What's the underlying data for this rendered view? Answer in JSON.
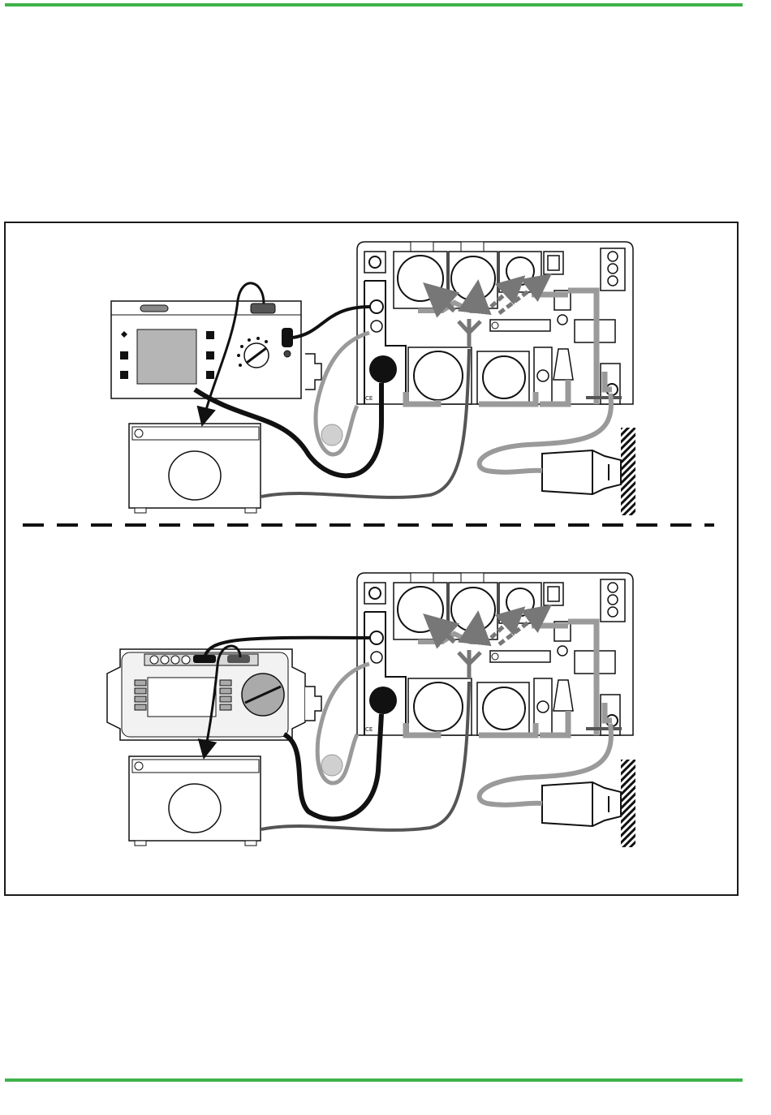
{
  "colors": {
    "rule": "#3fb24a",
    "cable_black": "#111111",
    "cable_grey": "#9a9a9a",
    "cable_dark": "#555555",
    "arrow_grey": "#8c8c8c"
  },
  "panels": [
    {
      "id": "upper",
      "tester": "legacy-tester-with-dial",
      "marking": "CE"
    },
    {
      "id": "lower",
      "tester": "handheld-tester-with-rotary-switch",
      "marking": "CE"
    }
  ],
  "icons": [
    "wall-socket-icon",
    "plug-icon",
    "device-under-test-icon",
    "adapter-panel-icon"
  ]
}
